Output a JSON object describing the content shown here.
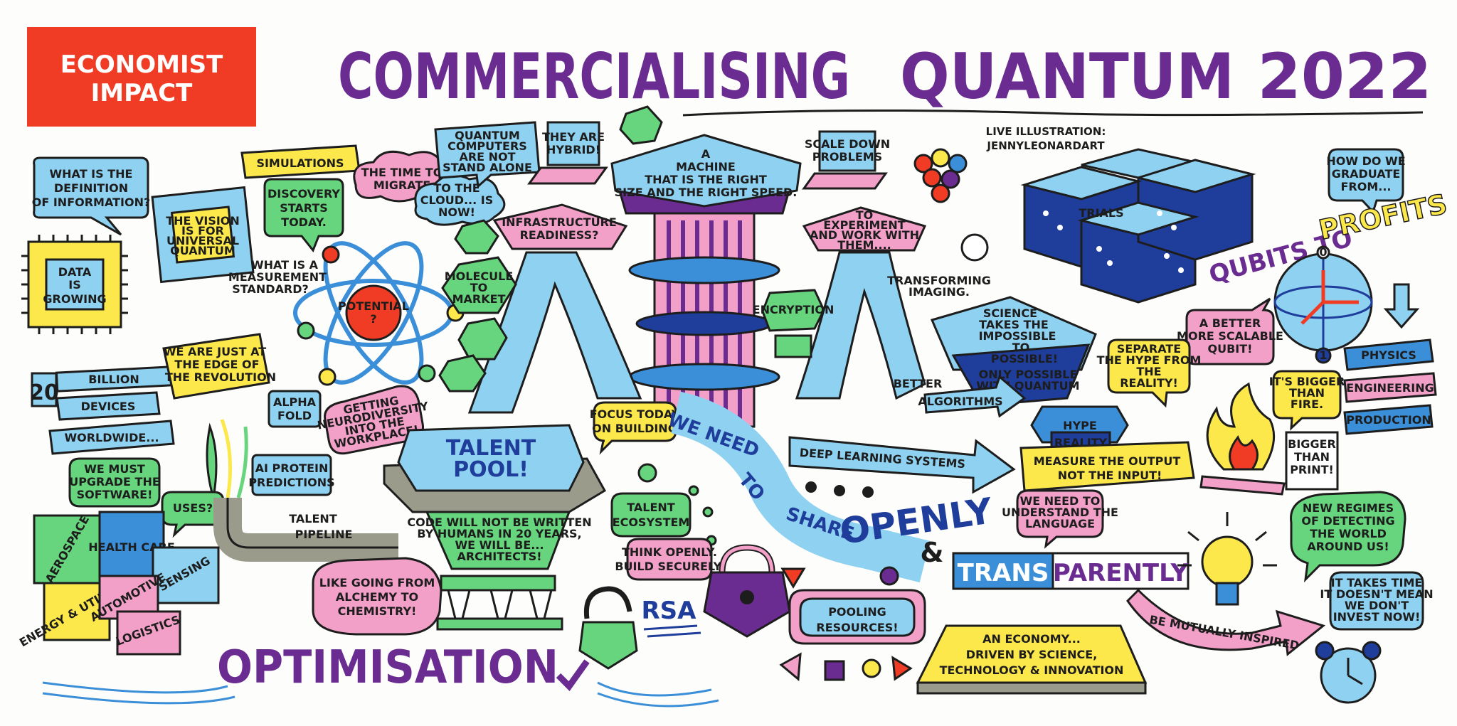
{
  "title": {
    "prefix": "COMMERCIALISING",
    "main": "QUANTUM",
    "year": "2022"
  },
  "logo": {
    "line1": "ECONOMIST",
    "line2": "IMPACT"
  },
  "credit": {
    "line1": "LIVE ILLUSTRATION:",
    "line2": "JENNYLEONARDART"
  },
  "colors": {
    "purple": "#6b2c91",
    "red": "#f03c24",
    "blue": "#3b8fd8",
    "light_blue": "#8fd1f0",
    "pink": "#f3a0c8",
    "green": "#67d57d",
    "yellow": "#fde84c",
    "navy": "#1f3d9a"
  },
  "bubbles": {
    "definition": [
      "WHAT IS THE",
      "DEFINITION",
      "OF INFORMATION?"
    ],
    "data_growing": [
      "DATA",
      "IS",
      "GROWING"
    ],
    "vision": [
      "THE VISION",
      "IS FOR",
      "UNIVERSAL",
      "QUANTUM"
    ],
    "simulations": "SIMULATIONS",
    "discovery": [
      "DISCOVERY",
      "STARTS",
      "TODAY."
    ],
    "migrate": [
      "THE TIME TO",
      "MIGRATE"
    ],
    "cloud": [
      "TO THE",
      "CLOUD... IS",
      "NOW!"
    ],
    "not_alone": [
      "QUANTUM",
      "COMPUTERS",
      "ARE NOT",
      "STAND ALONE"
    ],
    "hybrid": [
      "THEY ARE",
      "HYBRID!"
    ],
    "machine": [
      "A",
      "MACHINE",
      "THAT IS THE RIGHT",
      "SIZE AND THE RIGHT SPEED."
    ],
    "infrastructure": [
      "INFRASTRUCTURE",
      "READINESS?"
    ],
    "scale_down": [
      "SCALE DOWN",
      "PROBLEMS"
    ],
    "experiment": [
      "TO",
      "EXPERIMENT",
      "AND WORK WITH",
      "THEM...."
    ],
    "measurement": [
      "WHAT IS A",
      "MEASUREMENT",
      "STANDARD?"
    ],
    "potential": [
      "POTENTIAL",
      "?"
    ],
    "molecule": [
      "MOLECULE",
      "TO",
      "MARKET"
    ],
    "encryption": "ENCRYPTION",
    "transforming": [
      "TRANSFORMING",
      "IMAGING."
    ],
    "trials": "TRIALS",
    "graduate": [
      "HOW DO WE",
      "GRADUATE",
      "FROM..."
    ],
    "qubits_to": "QUBITS TO",
    "profits": "PROFITS",
    "science": [
      "SCIENCE",
      "TAKES THE",
      "IMPOSSIBLE",
      "TO",
      "POSSIBLE!"
    ],
    "only_quantum": [
      "ONLY POSSIBLE",
      "WITH QUANTUM"
    ],
    "better": "BETTER",
    "algorithms": "ALGORITHMS",
    "scalable": [
      "A BETTER",
      "MORE SCALABLE",
      "QUBIT!"
    ],
    "separate": [
      "SEPARATE",
      "THE HYPE FROM",
      "THE",
      "REALITY!"
    ],
    "bigger_fire": [
      "IT'S BIGGER",
      "THAN",
      "FIRE."
    ],
    "bigger_print": [
      "BIGGER",
      "THAN",
      "PRINT!"
    ],
    "fields": [
      "PHYSICS",
      "ENGINEERING",
      "PRODUCTION"
    ],
    "twenty_billion": [
      "20",
      "BILLION"
    ],
    "devices": "DEVICES",
    "worldwide": "WORLDWIDE...",
    "upgrade": [
      "WE MUST",
      "UPGRADE THE",
      "SOFTWARE!"
    ],
    "edge": [
      "WE ARE JUST AT",
      "THE EDGE OF",
      "THE REVOLUTION"
    ],
    "alpha_fold": [
      "ALPHA",
      "FOLD"
    ],
    "neurodiversity": [
      "GETTING",
      "NEURODIVERSITY",
      "INTO THE",
      "WORKPLACE!"
    ],
    "ai_protein": [
      "AI PROTEIN",
      "PREDICTIONS"
    ],
    "talent_pool": [
      "TALENT",
      "POOL!"
    ],
    "focus": [
      "FOCUS TODAY",
      "ON BUILDING"
    ],
    "we_need_to_share": [
      "WE NEED",
      "TO",
      "SHARE"
    ],
    "deep_learning": "DEEP LEARNING SYSTEMS",
    "hype": "HYPE",
    "reality": "REALITY",
    "measure": [
      "MEASURE THE OUTPUT",
      "NOT THE INPUT!"
    ],
    "uses": "USES?",
    "talent_pipeline": [
      "TALENT",
      "PIPELINE"
    ],
    "code": [
      "CODE WILL NOT BE WRITTEN",
      "BY HUMANS IN 20 YEARS,",
      "WE WILL BE...",
      "ARCHITECTS!"
    ],
    "talent_eco": [
      "TALENT",
      "ECOSYSTEM"
    ],
    "think_openly": [
      "THINK OPENLY.",
      "BUILD SECURELY."
    ],
    "openly": "OPENLY",
    "and": "&",
    "understand": [
      "WE NEED TO",
      "UNDERSTAND THE",
      "LANGUAGE"
    ],
    "trans": "TRANS",
    "parently": "PARENTLY",
    "regimes": [
      "NEW REGIMES",
      "OF DETECTING",
      "THE WORLD",
      "AROUND US!"
    ],
    "alchemy": [
      "LIKE GOING FROM",
      "ALCHEMY TO",
      "CHEMISTRY!"
    ],
    "rsa": "RSA",
    "pooling": [
      "POOLING",
      "RESOURCES!"
    ],
    "economy": [
      "AN ECONOMY...",
      "DRIVEN BY SCIENCE,",
      "TECHNOLOGY & INNOVATION"
    ],
    "inspired": "BE MUTUALLY INSPIRED",
    "takes_time": [
      "IT TAKES TIME",
      "IT DOESN'T MEAN",
      "WE DON'T",
      "INVEST NOW!"
    ],
    "optimisation": "OPTIMISATION",
    "puzzle": [
      "AEROSPACE",
      "HEALTH CARE",
      "SENSING",
      "ENERGY & UTILITIES",
      "AUTOMOTIVE",
      "LOGISTICS"
    ],
    "globe_top": "0",
    "globe_bottom": "1"
  }
}
